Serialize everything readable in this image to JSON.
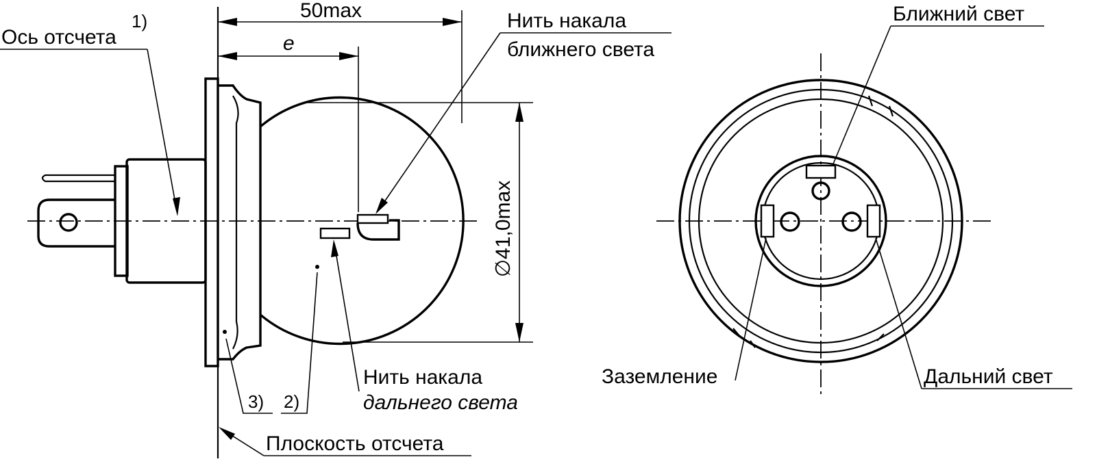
{
  "labels": {
    "ref_axis": "Ось отсчета",
    "ref_axis_note": "1)",
    "dim_50": "50max",
    "dim_e": "e",
    "dim_diam": "∅41,0max",
    "low_filament_line1": "Нить накала",
    "low_filament_line2": "ближнего света",
    "high_filament_line1": "Нить накала",
    "high_filament_line2": "дальнего света",
    "note_3": "3)",
    "note_2": "2)",
    "ref_plane": "Плоскость отсчета",
    "low_beam": "Ближний свет",
    "ground": "Заземление",
    "high_beam": "Дальний свет"
  }
}
